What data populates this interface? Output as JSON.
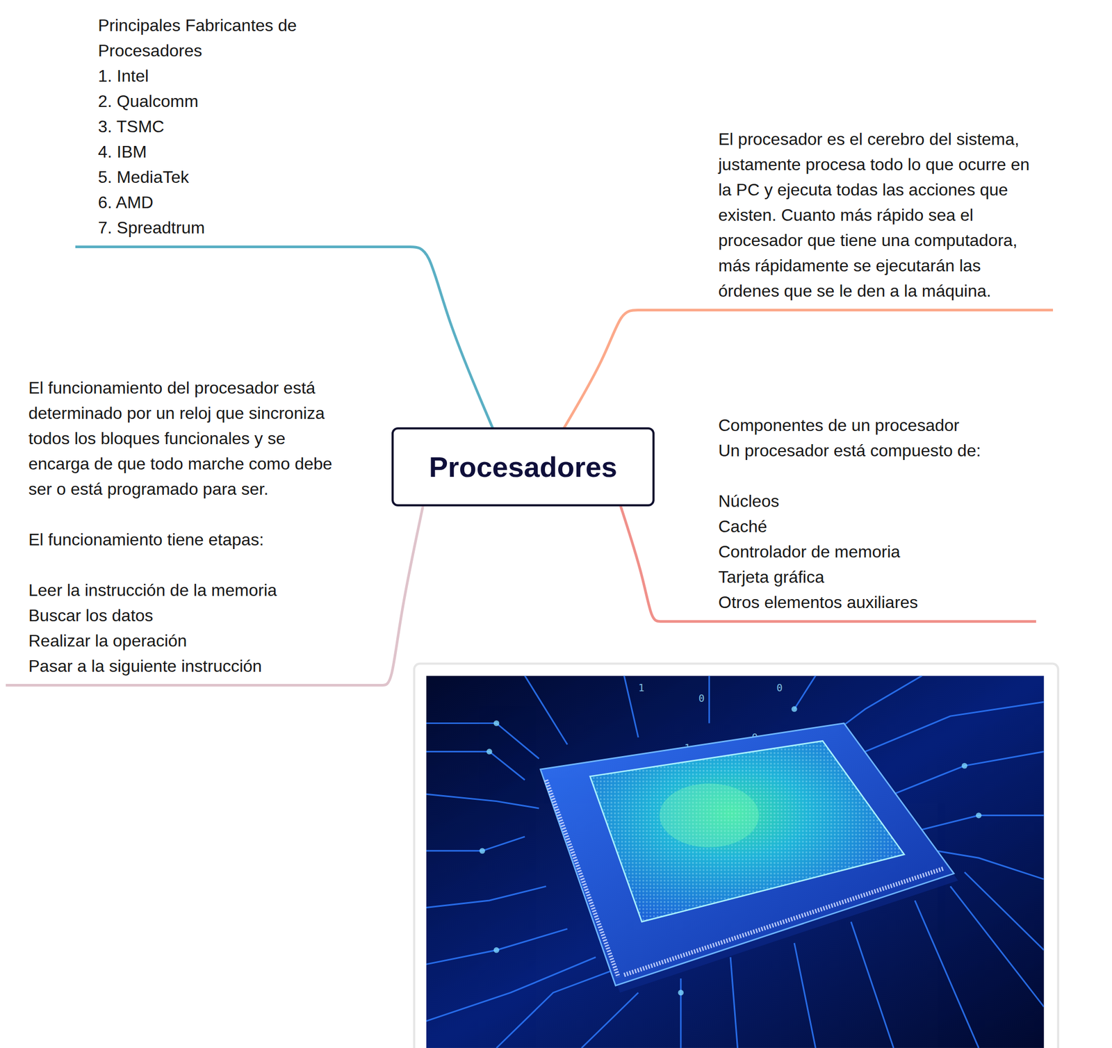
{
  "diagram": {
    "nodes": [
      {
        "text": [
          "Procesadores"
        ]
      },
      {
        "text": [
          "Principales Fabricantes de Procesadores",
          "1. Intel",
          "2. Qualcomm",
          "3. TSMC",
          "4. IBM",
          "5. MediaTek",
          "6. AMD",
          "7. Spreadtrum"
        ]
      },
      {
        "text": [
          "El procesador es el cerebro del sistema, justamente procesa todo lo que ocurre en la PC y ejecuta todas las acciones que existen. Cuanto más rápido sea el procesador que tiene una computadora, más rápidamente se ejecutarán las órdenes que se le den a la máquina."
        ]
      },
      {
        "text": [
          "El funcionamiento del procesador está determinado por un reloj que sincroniza todos los bloques funcionales y se encarga de que todo marche como debe ser o está programado para ser.",
          "El funcionamiento tiene etapas:",
          "Leer la instrucción de la memoria",
          "Buscar los datos",
          "Realizar la operación",
          "Pasar a la siguiente instrucción"
        ]
      },
      {
        "text": [
          "Componentes de un procesador",
          "Un procesador está compuesto de:",
          "Núcleos",
          "Caché",
          "Controlador de memoria",
          "Tarjeta gráfica",
          "Otros elementos auxiliares"
        ]
      }
    ],
    "edges": [
      {
        "from": 0,
        "to": 1,
        "arrow": "none"
      },
      {
        "from": 0,
        "to": 2,
        "arrow": "none"
      },
      {
        "from": 0,
        "to": 3,
        "arrow": "none"
      },
      {
        "from": 0,
        "to": 4,
        "arrow": "none"
      }
    ]
  }
}
